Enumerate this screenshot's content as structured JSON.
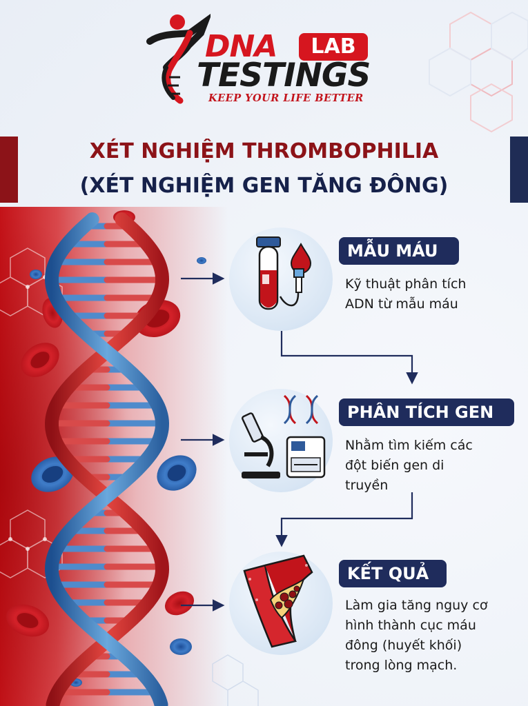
{
  "brand": {
    "name_part1": "DNA",
    "name_badge": "LAB",
    "name_part2": "TESTINGS",
    "tagline": "KEEP YOUR LIFE BETTER"
  },
  "title": {
    "line1": "XÉT NGHIỆM THROMBOPHILIA",
    "line2": "(XÉT NGHIỆM GEN TĂNG ĐÔNG)"
  },
  "steps": [
    {
      "heading": "MẪU MÁU",
      "icon": "blood-tube-icon",
      "lines": [
        "Kỹ thuật phân tích",
        "ADN từ mẫu máu"
      ]
    },
    {
      "heading": "PHÂN TÍCH GEN",
      "icon": "microscope-icon",
      "lines": [
        "Nhằm tìm kiếm các",
        "đột biến gen di",
        "truyền"
      ]
    },
    {
      "heading": "KẾT QUẢ",
      "icon": "blood-clot-icon",
      "lines": [
        "Làm gia tăng nguy cơ",
        "hình thành cục máu",
        "đông (huyết khối)",
        "trong lòng mạch."
      ]
    }
  ],
  "colors": {
    "brand_red": "#d6161f",
    "navy": "#1f2c5c",
    "dark_red": "#8c1318"
  }
}
